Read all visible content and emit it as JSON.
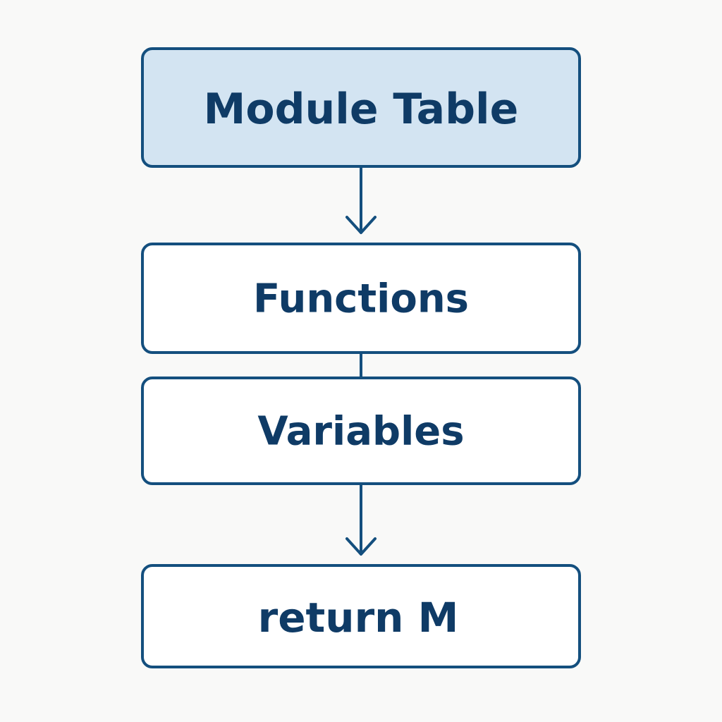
{
  "nodes": [
    {
      "id": "module-table",
      "label": "Module Table",
      "fill": "#d3e4f2",
      "highlighted": true
    },
    {
      "id": "functions",
      "label": "Functions",
      "fill": "#ffffff",
      "highlighted": false
    },
    {
      "id": "variables",
      "label": "Variables",
      "fill": "#ffffff",
      "highlighted": false
    },
    {
      "id": "return-m",
      "label": "return M",
      "fill": "#ffffff",
      "highlighted": false
    }
  ],
  "edges": [
    {
      "from": "module-table",
      "to": "functions",
      "style": "arrow"
    },
    {
      "from": "functions",
      "to": "variables",
      "style": "line"
    },
    {
      "from": "variables",
      "to": "return-m",
      "style": "arrow"
    }
  ],
  "colors": {
    "stroke": "#144f7e",
    "text": "#0f3b66",
    "background": "#f9f9f8"
  }
}
